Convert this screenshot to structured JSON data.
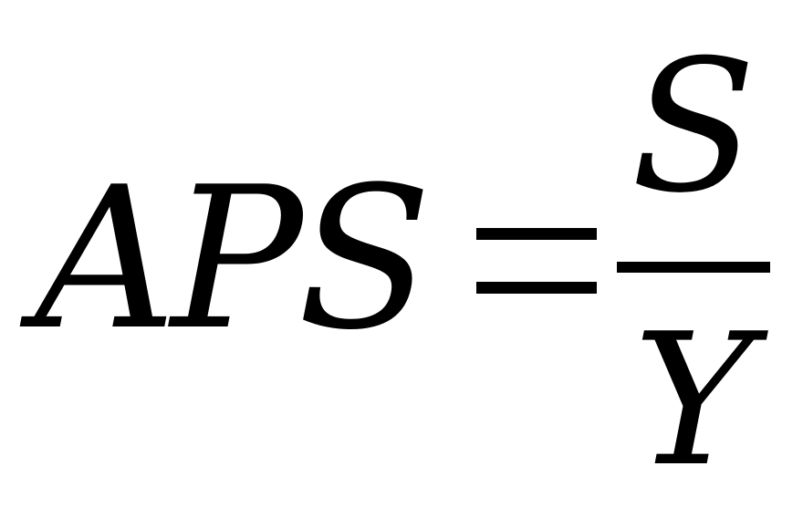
{
  "formula": {
    "lhs": "APS",
    "operator": "=",
    "numerator": "S",
    "denominator": "Y"
  },
  "colors": {
    "background": "#ffffff",
    "ink": "#000000"
  }
}
